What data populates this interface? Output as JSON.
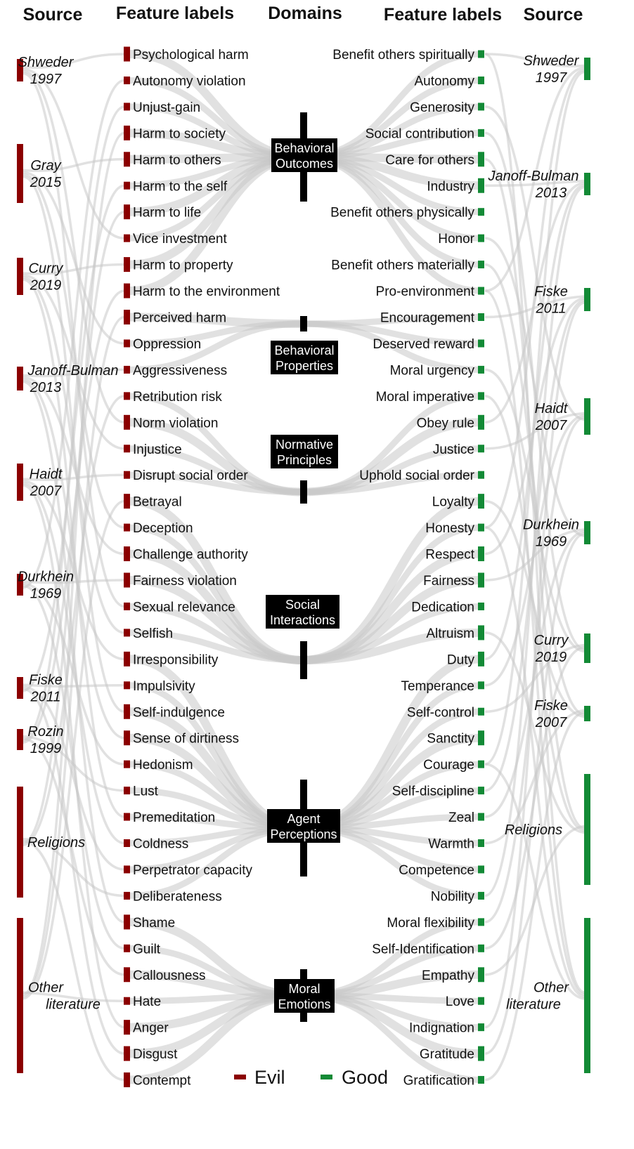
{
  "headers": {
    "source_left": "Source",
    "features_left": "Feature labels",
    "domains": "Domains",
    "features_right": "Feature labels",
    "source_right": "Source"
  },
  "colors": {
    "evil": "#8b0000",
    "good": "#138a36",
    "domain": "#000000",
    "flow": "#c8c8c8"
  },
  "legend": {
    "evil": "Evil",
    "good": "Good"
  },
  "domains": [
    {
      "id": "outcomes",
      "lines": [
        "Behavioral",
        "Outcomes"
      ]
    },
    {
      "id": "properties",
      "lines": [
        "Behavioral",
        "Properties"
      ]
    },
    {
      "id": "normative",
      "lines": [
        "Normative",
        "Principles"
      ]
    },
    {
      "id": "social",
      "lines": [
        "Social",
        "Interactions"
      ]
    },
    {
      "id": "agent",
      "lines": [
        "Agent",
        "Perceptions"
      ]
    },
    {
      "id": "emotions",
      "lines": [
        "Moral",
        "Emotions"
      ]
    }
  ],
  "sources_left": [
    {
      "lines": [
        "Shweder",
        "1997"
      ]
    },
    {
      "lines": [
        "Gray",
        "2015"
      ]
    },
    {
      "lines": [
        "Curry",
        "2019"
      ]
    },
    {
      "lines": [
        "Janoff-Bulman",
        "2013"
      ]
    },
    {
      "lines": [
        "Haidt",
        "2007"
      ]
    },
    {
      "lines": [
        "Durkhein",
        "1969"
      ]
    },
    {
      "lines": [
        "Fiske",
        "2011"
      ]
    },
    {
      "lines": [
        "Rozin",
        "1999"
      ]
    },
    {
      "lines": [
        "Religions"
      ]
    },
    {
      "lines": [
        "Other",
        "literature"
      ]
    }
  ],
  "sources_right": [
    {
      "lines": [
        "Shweder",
        "1997"
      ]
    },
    {
      "lines": [
        "Janoff-Bulman",
        "2013"
      ]
    },
    {
      "lines": [
        "Fiske",
        "2011"
      ]
    },
    {
      "lines": [
        "Haidt",
        "2007"
      ]
    },
    {
      "lines": [
        "Durkhein",
        "1969"
      ]
    },
    {
      "lines": [
        "Curry",
        "2019"
      ]
    },
    {
      "lines": [
        "Fiske",
        "2007"
      ]
    },
    {
      "lines": [
        "Religions"
      ]
    },
    {
      "lines": [
        "Other",
        "literature"
      ]
    }
  ],
  "evil_features": [
    {
      "label": "Psychological harm",
      "domain": "outcomes"
    },
    {
      "label": "Autonomy violation",
      "domain": "outcomes"
    },
    {
      "label": "Unjust-gain",
      "domain": "outcomes"
    },
    {
      "label": "Harm to society",
      "domain": "outcomes"
    },
    {
      "label": "Harm to others",
      "domain": "outcomes"
    },
    {
      "label": "Harm to the self",
      "domain": "outcomes"
    },
    {
      "label": "Harm to life",
      "domain": "outcomes"
    },
    {
      "label": "Vice investment",
      "domain": "outcomes"
    },
    {
      "label": "Harm to property",
      "domain": "outcomes"
    },
    {
      "label": "Harm to the environment",
      "domain": "outcomes"
    },
    {
      "label": "Perceived harm",
      "domain": "properties"
    },
    {
      "label": "Oppression",
      "domain": "properties"
    },
    {
      "label": "Aggressiveness",
      "domain": "properties"
    },
    {
      "label": "Retribution risk",
      "domain": "normative"
    },
    {
      "label": "Norm violation",
      "domain": "normative"
    },
    {
      "label": "Injustice",
      "domain": "normative"
    },
    {
      "label": "Disrupt social order",
      "domain": "normative"
    },
    {
      "label": "Betrayal",
      "domain": "social"
    },
    {
      "label": "Deception",
      "domain": "social"
    },
    {
      "label": "Challenge authority",
      "domain": "social"
    },
    {
      "label": "Fairness violation",
      "domain": "social"
    },
    {
      "label": "Sexual relevance",
      "domain": "social"
    },
    {
      "label": "Selfish",
      "domain": "social"
    },
    {
      "label": "Irresponsibility",
      "domain": "agent"
    },
    {
      "label": "Impulsivity",
      "domain": "agent"
    },
    {
      "label": "Self-indulgence",
      "domain": "agent"
    },
    {
      "label": "Sense of dirtiness",
      "domain": "agent"
    },
    {
      "label": "Hedonism",
      "domain": "agent"
    },
    {
      "label": "Lust",
      "domain": "agent"
    },
    {
      "label": "Premeditation",
      "domain": "agent"
    },
    {
      "label": "Coldness",
      "domain": "agent"
    },
    {
      "label": "Perpetrator capacity",
      "domain": "agent"
    },
    {
      "label": "Deliberateness",
      "domain": "agent"
    },
    {
      "label": "Shame",
      "domain": "emotions"
    },
    {
      "label": "Guilt",
      "domain": "emotions"
    },
    {
      "label": "Callousness",
      "domain": "emotions"
    },
    {
      "label": "Hate",
      "domain": "emotions"
    },
    {
      "label": "Anger",
      "domain": "emotions"
    },
    {
      "label": "Disgust",
      "domain": "emotions"
    },
    {
      "label": "Contempt",
      "domain": "emotions"
    }
  ],
  "good_features": [
    {
      "label": "Benefit others spiritually",
      "domain": "outcomes"
    },
    {
      "label": "Autonomy",
      "domain": "outcomes"
    },
    {
      "label": "Generosity",
      "domain": "outcomes"
    },
    {
      "label": "Social contribution",
      "domain": "outcomes"
    },
    {
      "label": "Care for others",
      "domain": "outcomes"
    },
    {
      "label": "Industry",
      "domain": "outcomes"
    },
    {
      "label": "Benefit others physically",
      "domain": "outcomes"
    },
    {
      "label": "Honor",
      "domain": "outcomes"
    },
    {
      "label": "Benefit others materially",
      "domain": "outcomes"
    },
    {
      "label": "Pro-environment",
      "domain": "outcomes"
    },
    {
      "label": "Encouragement",
      "domain": "properties"
    },
    {
      "label": "Deserved reward",
      "domain": "properties"
    },
    {
      "label": "Moral urgency",
      "domain": "properties"
    },
    {
      "label": "Moral imperative",
      "domain": "normative"
    },
    {
      "label": "Obey rule",
      "domain": "normative"
    },
    {
      "label": "Justice",
      "domain": "normative"
    },
    {
      "label": "Uphold social order",
      "domain": "normative"
    },
    {
      "label": "Loyalty",
      "domain": "social"
    },
    {
      "label": "Honesty",
      "domain": "social"
    },
    {
      "label": "Respect",
      "domain": "social"
    },
    {
      "label": "Fairness",
      "domain": "social"
    },
    {
      "label": "Dedication",
      "domain": "social"
    },
    {
      "label": "Altruism",
      "domain": "social"
    },
    {
      "label": "Duty",
      "domain": "agent"
    },
    {
      "label": "Temperance",
      "domain": "agent"
    },
    {
      "label": "Self-control",
      "domain": "agent"
    },
    {
      "label": "Sanctity",
      "domain": "agent"
    },
    {
      "label": "Courage",
      "domain": "agent"
    },
    {
      "label": "Self-discipline",
      "domain": "agent"
    },
    {
      "label": "Zeal",
      "domain": "agent"
    },
    {
      "label": "Warmth",
      "domain": "agent"
    },
    {
      "label": "Competence",
      "domain": "agent"
    },
    {
      "label": "Nobility",
      "domain": "agent"
    },
    {
      "label": "Moral flexibility",
      "domain": "emotions"
    },
    {
      "label": "Self-Identification",
      "domain": "emotions"
    },
    {
      "label": "Empathy",
      "domain": "emotions"
    },
    {
      "label": "Love",
      "domain": "emotions"
    },
    {
      "label": "Indignation",
      "domain": "emotions"
    },
    {
      "label": "Gratitude",
      "domain": "emotions"
    },
    {
      "label": "Gratification",
      "domain": "emotions"
    }
  ]
}
